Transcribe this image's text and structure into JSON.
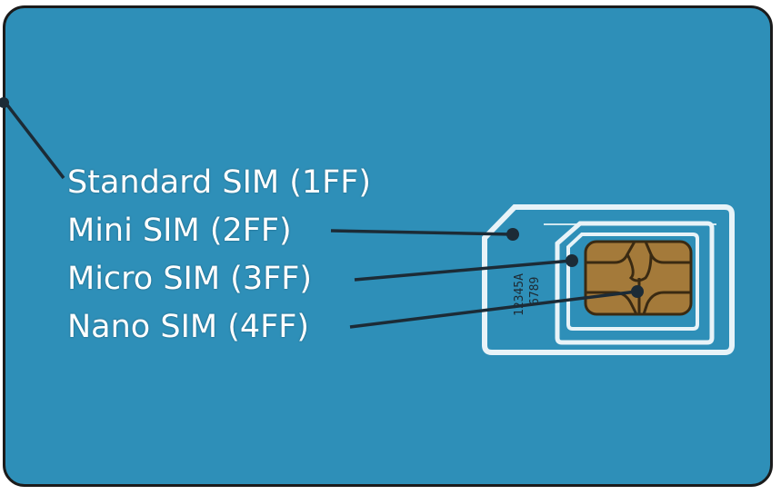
{
  "labels": {
    "standard": "Standard SIM (1FF)",
    "mini": "Mini SIM (2FF)",
    "micro": "Micro SIM (3FF)",
    "nano": "Nano SIM (4FF)"
  },
  "serial": {
    "line1": "12345A",
    "line2": "6789"
  },
  "colors": {
    "card": "#2e8fb8",
    "cutout_outline": "#e8f3f8",
    "chip": "#a47a3a",
    "leader": "#1c2b36"
  },
  "icons": {
    "chip": "gold-contact-chip"
  }
}
